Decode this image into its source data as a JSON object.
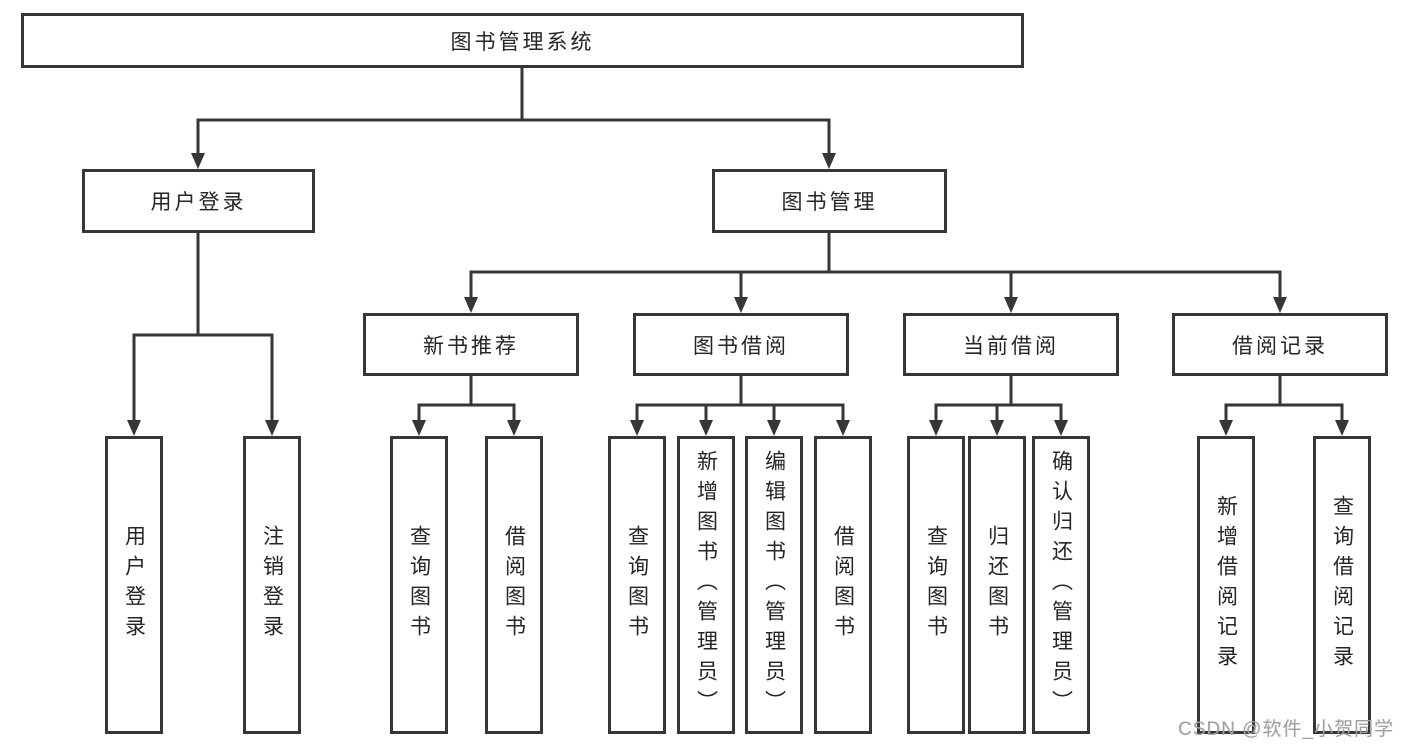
{
  "diagram": {
    "watermark": "CSDN @软件_小贺同学",
    "colors": {
      "line": "#363636",
      "box_border": "#363636",
      "text": "#252525",
      "watermark": "#a0a0a4",
      "background": "#ffffff"
    },
    "nodes": {
      "root": {
        "label": "图书管理系统"
      },
      "login": {
        "label": "用户登录"
      },
      "book_mgmt": {
        "label": "图书管理"
      },
      "login_user": {
        "label": "用户登录"
      },
      "login_logout": {
        "label": "注销登录"
      },
      "new_books": {
        "label": "新书推荐"
      },
      "book_borrow": {
        "label": "图书借阅"
      },
      "current_borrow": {
        "label": "当前借阅"
      },
      "borrow_records": {
        "label": "借阅记录"
      },
      "nb_query": {
        "label": "查询图书"
      },
      "nb_borrow": {
        "label": "借阅图书"
      },
      "bb_query": {
        "label": "查询图书"
      },
      "bb_add": {
        "label": "新增图书（管理员）"
      },
      "bb_edit": {
        "label": "编辑图书（管理员）"
      },
      "bb_borrow": {
        "label": "借阅图书"
      },
      "cb_query": {
        "label": "查询图书"
      },
      "cb_return": {
        "label": "归还图书"
      },
      "cb_confirm": {
        "label": "确认归还（管理员）"
      },
      "br_add": {
        "label": "新增借阅记录"
      },
      "br_query": {
        "label": "查询借阅记录"
      }
    },
    "structure": {
      "root": "图书管理系统",
      "children": [
        {
          "label": "用户登录",
          "children": [
            "用户登录",
            "注销登录"
          ]
        },
        {
          "label": "图书管理",
          "children": [
            {
              "label": "新书推荐",
              "children": [
                "查询图书",
                "借阅图书"
              ]
            },
            {
              "label": "图书借阅",
              "children": [
                "查询图书",
                "新增图书（管理员）",
                "编辑图书（管理员）",
                "借阅图书"
              ]
            },
            {
              "label": "当前借阅",
              "children": [
                "查询图书",
                "归还图书",
                "确认归还（管理员）"
              ]
            },
            {
              "label": "借阅记录",
              "children": [
                "新增借阅记录",
                "查询借阅记录"
              ]
            }
          ]
        }
      ]
    }
  }
}
